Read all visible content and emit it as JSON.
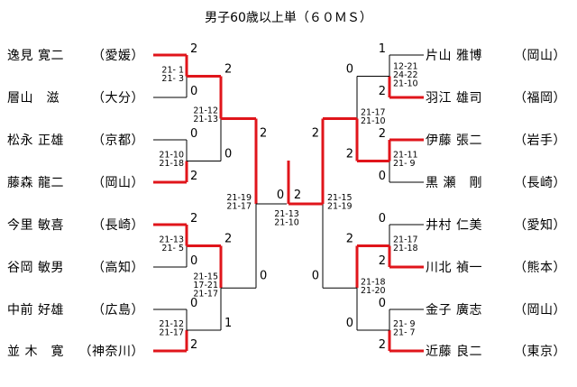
{
  "title": "男子60歳以上単（６０ＭＳ）",
  "colors": {
    "win": "#e0151b",
    "lose": "#000000"
  },
  "left_players": [
    {
      "name": "逸見 寛二",
      "club": "（愛媛）"
    },
    {
      "name": "層山　滋",
      "club": "（大分）"
    },
    {
      "name": "松永 正雄",
      "club": "（京都）"
    },
    {
      "name": "藤森 龍二",
      "club": "（岡山）"
    },
    {
      "name": "今里 敏喜",
      "club": "（長崎）"
    },
    {
      "name": "谷岡 敏男",
      "club": "（高知）"
    },
    {
      "name": "中前 好雄",
      "club": "（広島）"
    },
    {
      "name": "並 木　寛",
      "club": "（神奈川）"
    }
  ],
  "right_players": [
    {
      "name": "片山 雅博",
      "club": "（岡山）"
    },
    {
      "name": "羽江 雄司",
      "club": "（福岡）"
    },
    {
      "name": "伊藤 張二",
      "club": "（岩手）"
    },
    {
      "name": "黒 瀬　剛",
      "club": "（長崎）"
    },
    {
      "name": "井村 仁美",
      "club": "（愛知）"
    },
    {
      "name": "川北 禎一",
      "club": "（熊本）"
    },
    {
      "name": "金子 廣志",
      "club": "（岡山）"
    },
    {
      "name": "近藤 良二",
      "club": "（東京）"
    }
  ],
  "left_r1": [
    {
      "top": "2",
      "bottom": "0",
      "games": [
        "21- 1",
        "21- 3"
      ]
    },
    {
      "top": "0",
      "bottom": "2",
      "games": [
        "21-10",
        "21-18"
      ]
    },
    {
      "top": "2",
      "bottom": "0",
      "games": [
        "21-13",
        "21- 5"
      ]
    },
    {
      "top": "0",
      "bottom": "2",
      "games": [
        "21-12",
        "21-17"
      ]
    }
  ],
  "left_r2": [
    {
      "top": "2",
      "bottom": "0",
      "games": [
        "21-12",
        "21-13"
      ]
    },
    {
      "top": "2",
      "bottom": "1",
      "games": [
        "21-15",
        "17-21",
        "21-17"
      ]
    }
  ],
  "left_r3": {
    "top": "2",
    "bottom": "0",
    "games": [
      "21-19",
      "21-17"
    ]
  },
  "right_r1": [
    {
      "top": "1",
      "bottom": "2",
      "games": [
        "12-21",
        "24-22",
        "21-10"
      ]
    },
    {
      "top": "2",
      "bottom": "0",
      "games": [
        "21-11",
        "21- 9"
      ]
    },
    {
      "top": "0",
      "bottom": "2",
      "games": [
        "21-17",
        "21-18"
      ]
    },
    {
      "top": "0",
      "bottom": "2",
      "games": [
        "21- 9",
        "21- 7"
      ]
    }
  ],
  "right_r2": [
    {
      "top": "0",
      "bottom": "2",
      "games": [
        "21-17",
        "21-10"
      ]
    },
    {
      "top": "2",
      "bottom": "0",
      "games": [
        "21-18",
        "21-20"
      ]
    }
  ],
  "right_r3": {
    "top": "2",
    "bottom": "0",
    "games": [
      "21-15",
      "21-19"
    ]
  },
  "final": {
    "left": "0",
    "right": "2",
    "games": [
      "21-13",
      "21-10"
    ]
  }
}
